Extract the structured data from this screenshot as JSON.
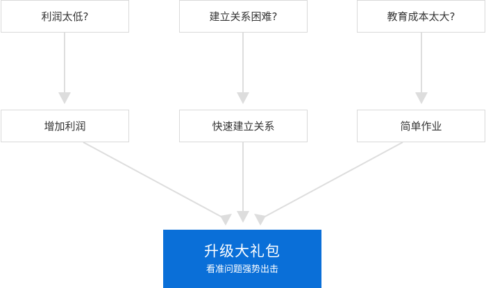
{
  "colors": {
    "border": "#d9d9d9",
    "arrow": "#dddddd",
    "accent": "#0a6fd8",
    "text": "#333333"
  },
  "problems": [
    "利润太低?",
    "建立关系困难?",
    "教育成本太大?"
  ],
  "solutions": [
    "增加利润",
    "快速建立关系",
    "简单作业"
  ],
  "cta": {
    "title": "升级大礼包",
    "subtitle": "看准问题强势出击"
  }
}
